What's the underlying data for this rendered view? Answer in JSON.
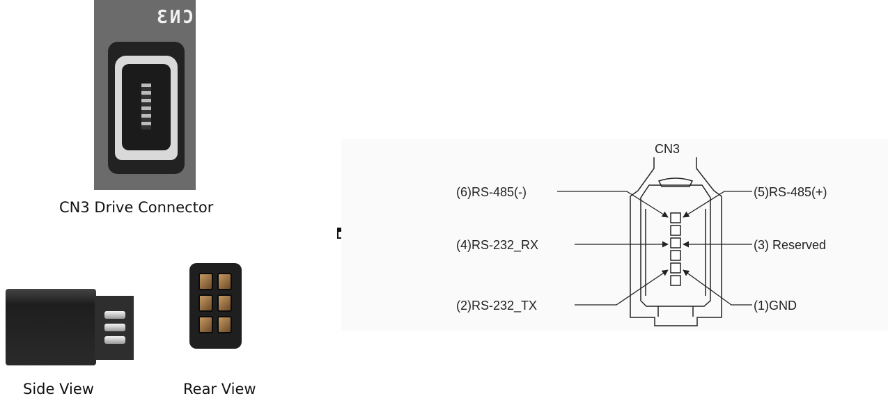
{
  "photos": {
    "cn3_silkscreen": "CN3",
    "cn3_caption": "CN3 Drive Connector",
    "side_caption": "Side View",
    "rear_caption": "Rear View"
  },
  "pinout": {
    "title": "CN3",
    "pins": [
      {
        "label": "(6)RS-485(-)"
      },
      {
        "label": "(5)RS-485(+)"
      },
      {
        "label": "(4)RS-232_RX"
      },
      {
        "label": "(3) Reserved"
      },
      {
        "label": "(2)RS-232_TX"
      },
      {
        "label": "(1)GND"
      }
    ]
  },
  "icons": {
    "arrow": "right-arrow-icon"
  },
  "colors": {
    "photo_panel": "#6b6b6b",
    "line": "#222222"
  }
}
